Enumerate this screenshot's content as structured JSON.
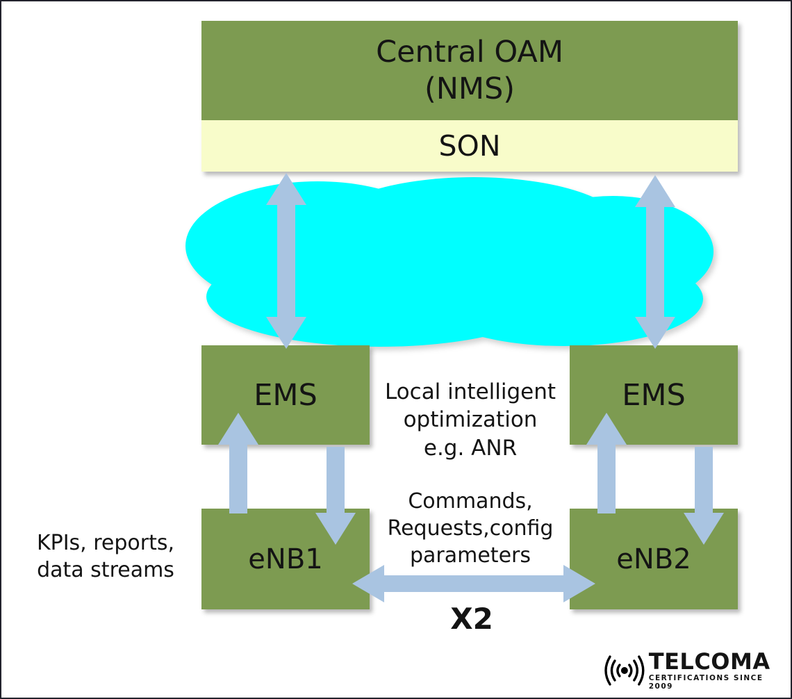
{
  "diagram": {
    "central_oam": "Central OAM\n(NMS)",
    "son": "SON",
    "ems_left": "EMS",
    "ems_right": "EMS",
    "enb1": "eNB1",
    "enb2": "eNB2",
    "local_opt": "Local intelligent\noptimization\ne.g. ANR",
    "commands": "Commands,\nRequests,config\nparameters",
    "x2": "X2",
    "kpis": "KPIs, reports,\ndata streams"
  },
  "logo": {
    "name": "TELCOMA",
    "tagline": "CERTIFICATIONS SINCE 2009"
  },
  "colors": {
    "node_green": "#7d9b51",
    "son_yellow": "#f8fcca",
    "cloud_cyan": "#00ffff",
    "arrow_blue": "#a9c4e1"
  },
  "icons": {
    "cloud": "network-cloud",
    "signal": "signal-icon"
  }
}
